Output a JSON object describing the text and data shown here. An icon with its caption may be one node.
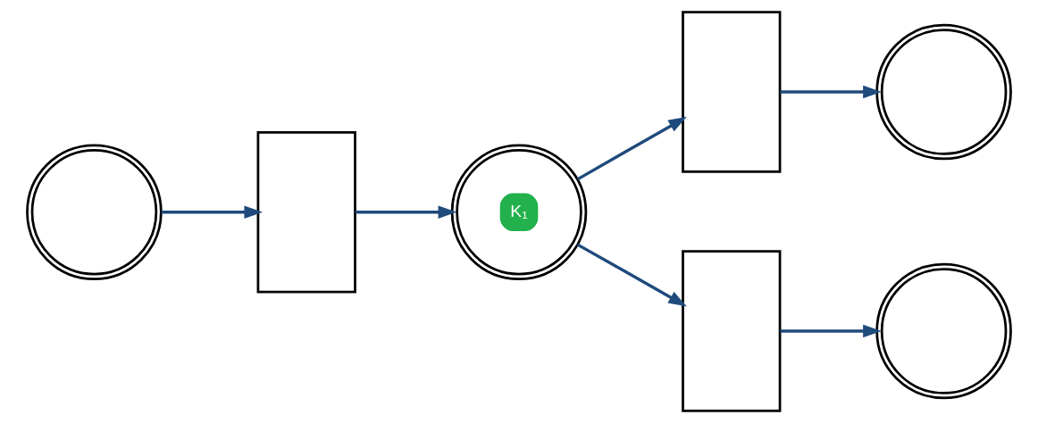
{
  "diagram": {
    "nodes": [
      {
        "text": [],
        "shape": "circle"
      },
      {
        "text": [],
        "shape": "box"
      },
      {
        "text": [
          "K₁"
        ]
      },
      {
        "text": [],
        "shape": "box"
      },
      {
        "text": [],
        "shape": "box"
      },
      {
        "text": [],
        "shape": "circle"
      },
      {
        "text": [],
        "shape": "circle"
      }
    ],
    "edges": [
      {
        "from": 0,
        "to": 1,
        "arrow": "to"
      },
      {
        "from": 1,
        "to": 2,
        "arrow": "to"
      },
      {
        "from": 2,
        "to": 3,
        "arrow": "to"
      },
      {
        "from": 2,
        "to": 4,
        "arrow": "to"
      },
      {
        "from": 3,
        "to": 5,
        "arrow": "to"
      },
      {
        "from": 4,
        "to": 6,
        "arrow": "to"
      }
    ]
  }
}
